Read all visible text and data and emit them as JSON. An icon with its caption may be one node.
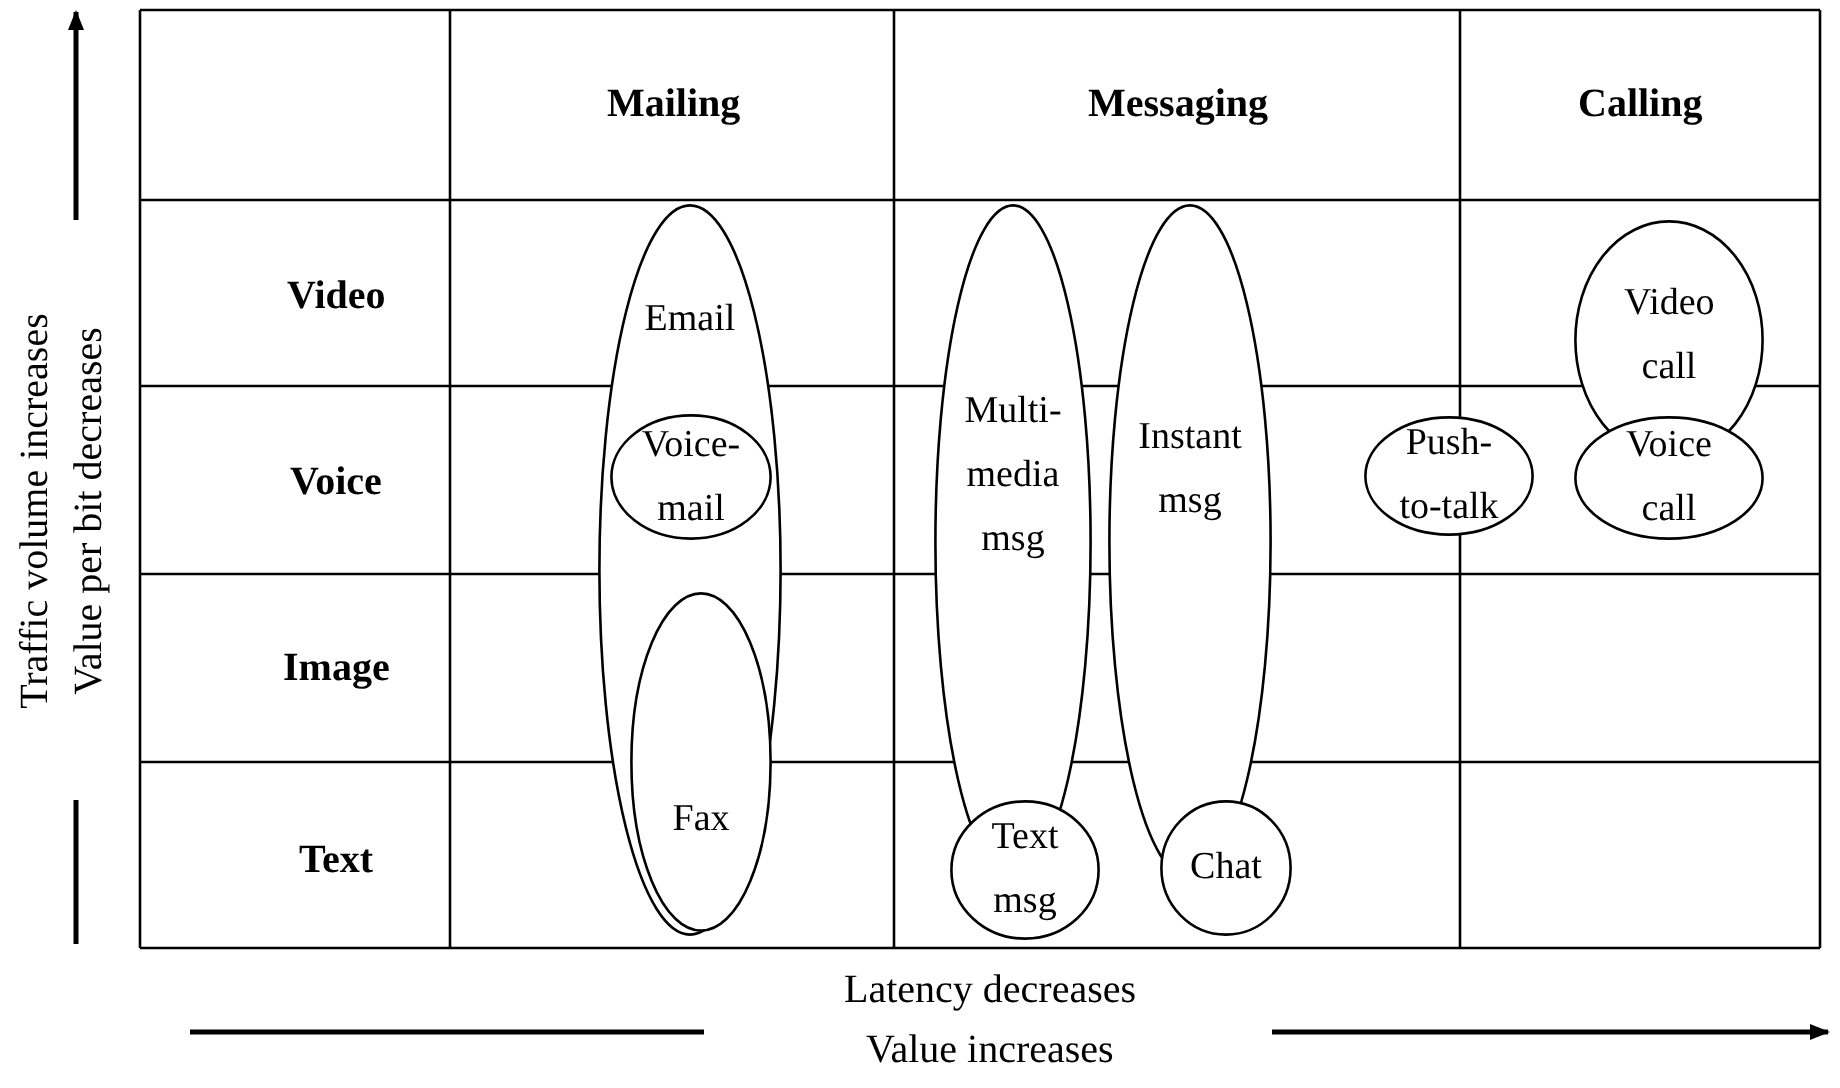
{
  "diagram": {
    "nodes": [
      {
        "text": [
          "Email"
        ]
      },
      {
        "text": [
          "Voice-mail"
        ],
        "in": 0
      },
      {
        "text": [
          "Fax"
        ],
        "in": 0
      },
      {
        "text": [
          "Multi-media msg"
        ]
      },
      {
        "text": [
          "Text msg"
        ]
      },
      {
        "text": [
          "Instant msg"
        ]
      },
      {
        "text": [
          "Chat"
        ]
      },
      {
        "text": [
          "Push-to-talk"
        ]
      },
      {
        "text": [
          "Video call"
        ]
      },
      {
        "text": [
          "Voice call"
        ]
      }
    ],
    "edges": [],
    "labels": [
      "Mailing",
      "Messaging",
      "Calling",
      "Video",
      "Voice",
      "Image",
      "Text",
      "Traffic volume increases",
      "Value per bit decreases",
      "Latency decreases",
      "Value increases"
    ]
  }
}
